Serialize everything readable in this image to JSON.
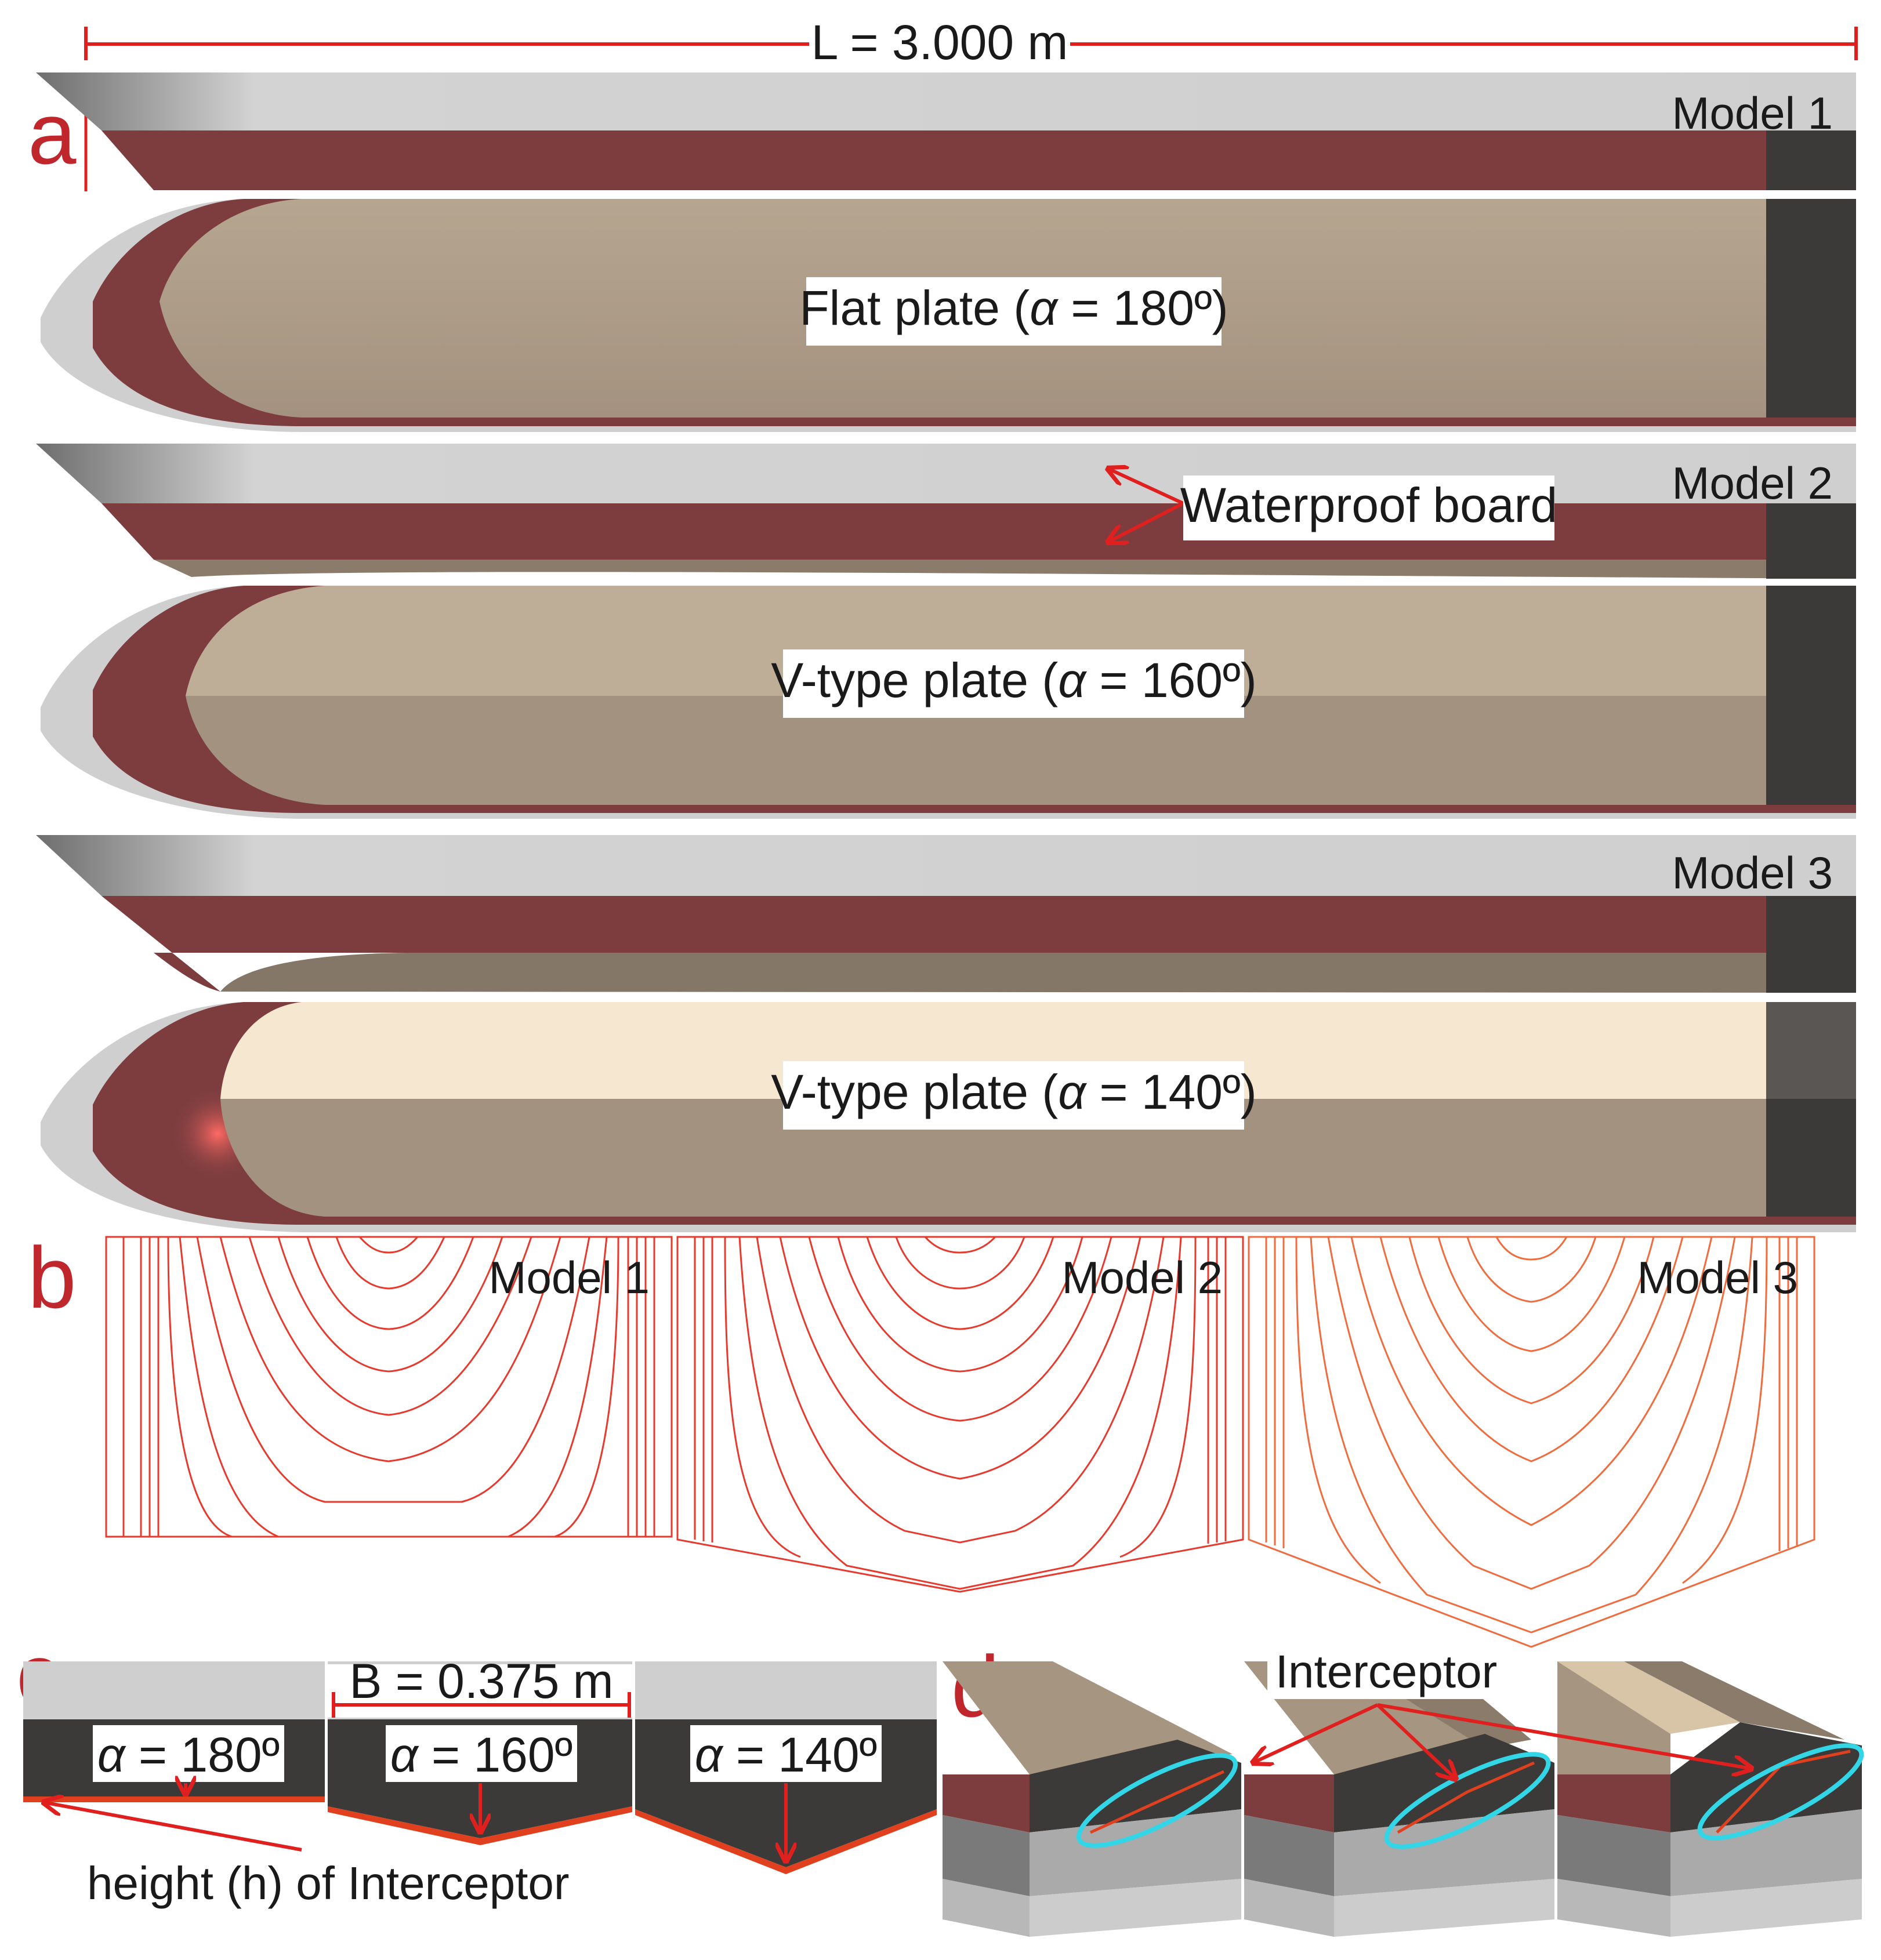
{
  "dimension_length": "L = 3.000 m",
  "dimension_beam": "B = 0.375 m",
  "panels": {
    "a": "a",
    "b": "b",
    "c": "c",
    "d": "d"
  },
  "panel_a": {
    "model_labels": [
      "Model 1",
      "Model 2",
      "Model 3"
    ],
    "plate_labels": [
      {
        "prefix": "Flat plate (",
        "symbol": "α",
        "suffix": " = 180º)"
      },
      {
        "prefix": "V-type plate (",
        "symbol": "α",
        "suffix": " = 160º)"
      },
      {
        "prefix": "V-type plate (",
        "symbol": "α",
        "suffix": " = 140º)"
      }
    ],
    "annotation": "Waterproof board",
    "waterline_icon": "waterline-symbol-icon"
  },
  "panel_b": {
    "model_labels": [
      "Model 1",
      "Model 2",
      "Model 3"
    ]
  },
  "panel_c": {
    "angle_labels": [
      {
        "symbol": "α",
        "suffix": " = 180º"
      },
      {
        "symbol": "α",
        "suffix": " = 160º"
      },
      {
        "symbol": "α",
        "suffix": " = 140º"
      }
    ],
    "annotation": "height (h) of Interceptor"
  },
  "panel_d": {
    "annotation": "Interceptor"
  },
  "colors": {
    "hull_grey": "#cfcfcf",
    "hull_maroon": "#7d3d3f",
    "plate_tan": "#a69580",
    "plate_light": "#f5e6cf",
    "transom_dark": "#3c3a39",
    "annotation_red": "#e0201e",
    "highlight_cyan": "#33d6e6",
    "letter_red": "#c0272d"
  }
}
